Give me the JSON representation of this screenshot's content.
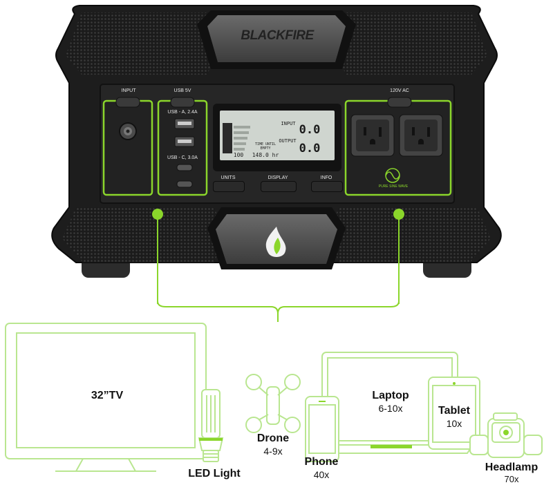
{
  "brand": {
    "logo": "BLACKFIRE"
  },
  "panel": {
    "input_label": "INPUT",
    "usb5v_label": "USB 5V",
    "ac_label": "120V AC",
    "usba_label": "USB - A, 2.4A",
    "usbc_label": "USB - C, 3.0A",
    "btn_units": "UNITS",
    "btn_display": "DISPLAY",
    "btn_info": "INFO",
    "pure_sine": "PURE SINE WAVE"
  },
  "lcd": {
    "input_label": "INPUT",
    "input_value": "0.0",
    "output_label": "OUTPUT",
    "output_value": "0.0",
    "time_label": "TIME UNTIL EMPTY",
    "time_value": "148.0 hr",
    "battery_percent": "100"
  },
  "devices": [
    {
      "name": "32”TV",
      "runtime": ""
    },
    {
      "name": "LED Light",
      "runtime": ""
    },
    {
      "name": "Drone",
      "runtime": "4-9x"
    },
    {
      "name": "Phone",
      "runtime": "40x"
    },
    {
      "name": "Laptop",
      "runtime": "6-10x"
    },
    {
      "name": "Tablet",
      "runtime": "10x"
    },
    {
      "name": "Headlamp",
      "runtime": "70x"
    }
  ],
  "colors": {
    "accent": "#8bd62b",
    "outline": "#b9e690",
    "body": "#1d1d1d"
  }
}
